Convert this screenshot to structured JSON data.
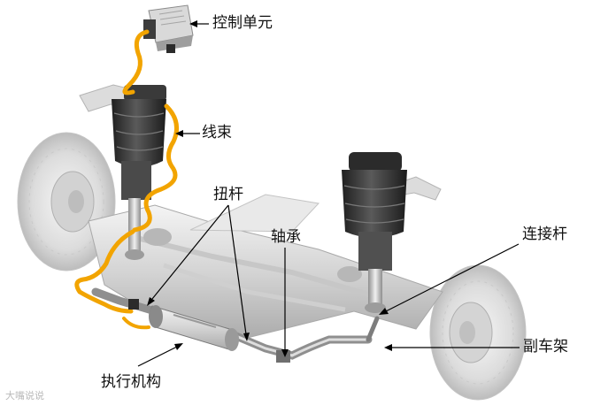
{
  "labels": {
    "control_unit": "控制单元",
    "wire_harness": "线束",
    "torsion_bar": "扭杆",
    "bearing": "轴承",
    "link_rod": "连接杆",
    "actuator": "执行机构",
    "subframe": "副车架"
  },
  "watermark": "大嘴说说",
  "colors": {
    "harness": "#f2a400",
    "metal_light": "#e6e6e6",
    "metal_mid": "#bdbdbd",
    "rubber_dark": "#2e2e2e",
    "text": "#111111",
    "arrow": "#000000"
  }
}
